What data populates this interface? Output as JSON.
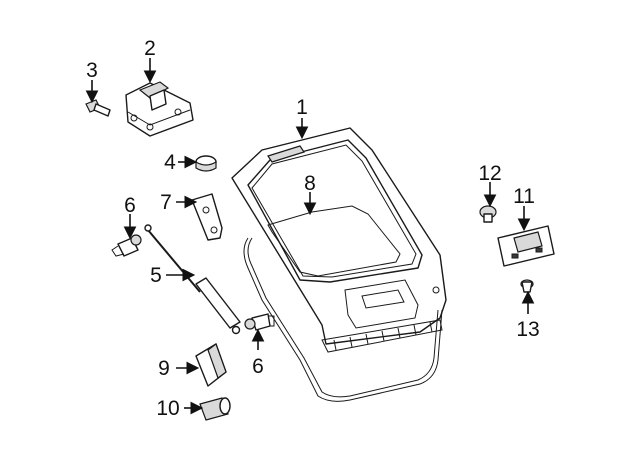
{
  "callouts": [
    {
      "id": "1",
      "label": "1"
    },
    {
      "id": "2",
      "label": "2"
    },
    {
      "id": "3",
      "label": "3"
    },
    {
      "id": "4",
      "label": "4"
    },
    {
      "id": "5",
      "label": "5"
    },
    {
      "id": "6a",
      "label": "6"
    },
    {
      "id": "6b",
      "label": "6"
    },
    {
      "id": "7",
      "label": "7"
    },
    {
      "id": "8",
      "label": "8"
    },
    {
      "id": "9",
      "label": "9"
    },
    {
      "id": "10",
      "label": "10"
    },
    {
      "id": "11",
      "label": "11"
    },
    {
      "id": "12",
      "label": "12"
    },
    {
      "id": "13",
      "label": "13"
    }
  ],
  "colors": {
    "line": "#1a1a1a",
    "fill": "#ffffff",
    "shade": "#d9d9d9"
  }
}
